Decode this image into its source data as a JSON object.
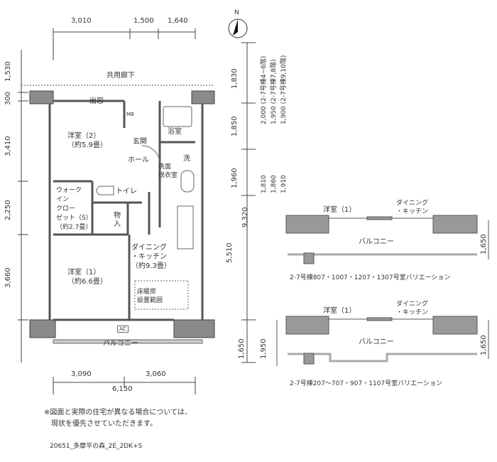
{
  "top_dims": [
    "3,010",
    "1,500",
    "1,640"
  ],
  "bottom_dims": [
    "3,090",
    "3,060",
    "6,150"
  ],
  "left_dims": [
    "1,530",
    "300",
    "3,410",
    "2,250",
    "3,660"
  ],
  "right_dims": [
    "1,830",
    "1,850",
    "1,960",
    "5,510",
    "9,320",
    "1,650",
    "1,950"
  ],
  "right_notes": {
    "a": "2,000 (2-7号棟4~6階)",
    "b": "1,950 (2-7号棟7,8階)",
    "c": "1,900 (2-7号棟9,10階)",
    "d": "1,810",
    "e": "1,860",
    "f": "1,910"
  },
  "compass": "N",
  "rooms": {
    "corridor": "共用廊下",
    "bay_window": "出窓",
    "western2": "洋室（2）",
    "western2_size": "（約5.9畳）",
    "entrance": "玄関",
    "bath": "浴室",
    "hall": "ホール",
    "washroom": "洗面\n脱衣室",
    "washer": "洗",
    "wic": "ウォーク\nイン\nクロー\nゼット（S）\n（約2.7畳）",
    "toilet": "トイレ",
    "storage": "物\n入",
    "dk": "ダイニング\n・キッチン\n（約9.3畳）",
    "western1": "洋室（1）",
    "western1_size": "（約6.6畳）",
    "floor_heating": "床暖房\n設置範囲",
    "balcony": "バルコニー",
    "ac": "AC",
    "mb": "MB"
  },
  "variations": [
    {
      "western": "洋室（1）",
      "dk": "ダイニング\n・キッチン",
      "balcony": "バルコニー",
      "dim": "1,650",
      "caption": "2-7号棟807・1007・1207・1307号室バリエーション"
    },
    {
      "western": "洋室（1）",
      "dk": "ダイニング\n・キッチン",
      "balcony": "バルコニー",
      "dim": "1,650",
      "caption": "2-7号棟207～707・907・1107号室バリエーション"
    }
  ],
  "notes": {
    "disclaimer": "※図面と実際の住宅が異なる場合については、\n　現状を優先させていただきます。",
    "plan_id": "20651_多摩平の森_2E_2DK+S"
  }
}
